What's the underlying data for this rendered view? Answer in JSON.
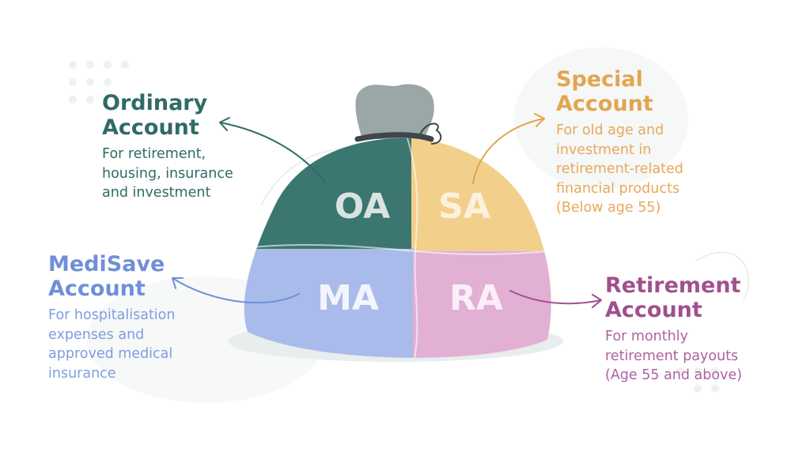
{
  "segments": {
    "oa": {
      "abbr": "OA",
      "title": "Ordinary\nAccount",
      "description": "For retirement,\nhousing, insurance\nand investment",
      "color": "#3b7670"
    },
    "sa": {
      "abbr": "SA",
      "title": "Special\nAccount",
      "description": "For old age and\ninvestment in\nretirement-related\nfinancial products\n(Below age 55)",
      "color": "#f3cf8c"
    },
    "ma": {
      "abbr": "MA",
      "title": "MediSave\nAccount",
      "description": "For hospitalisation\nexpenses and\napproved medical\ninsurance",
      "color": "#a9bbea"
    },
    "ra": {
      "abbr": "RA",
      "title": "Retirement\nAccount",
      "description": "For monthly\nretirement payouts\n(Age 55 and above)",
      "color": "#e2b0d3"
    }
  },
  "colors": {
    "oa_text": "#2f6b67",
    "sa_text": "#e2a550",
    "ma_text": "#6f8fd8",
    "ra_text": "#a0508f",
    "bag_neck": "#9aa7a6",
    "tie": "#3f4548"
  }
}
